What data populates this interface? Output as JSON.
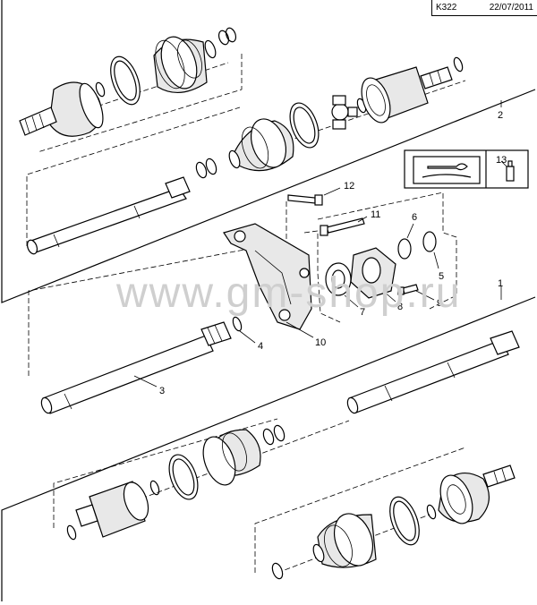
{
  "header": {
    "code": "K322",
    "date": "22/07/2011"
  },
  "watermark": "www.gm-shop.ru",
  "tool_box": {
    "number": "13"
  },
  "callouts": [
    {
      "id": "c1",
      "text": "1"
    },
    {
      "id": "c2",
      "text": "2"
    },
    {
      "id": "c3",
      "text": "3"
    },
    {
      "id": "c4",
      "text": "4"
    },
    {
      "id": "c5",
      "text": "5"
    },
    {
      "id": "c6",
      "text": "6"
    },
    {
      "id": "c7",
      "text": "7"
    },
    {
      "id": "c8",
      "text": "8"
    },
    {
      "id": "c9",
      "text": "9"
    },
    {
      "id": "c10",
      "text": "10"
    },
    {
      "id": "c11",
      "text": "11"
    },
    {
      "id": "c12",
      "text": "12"
    }
  ]
}
